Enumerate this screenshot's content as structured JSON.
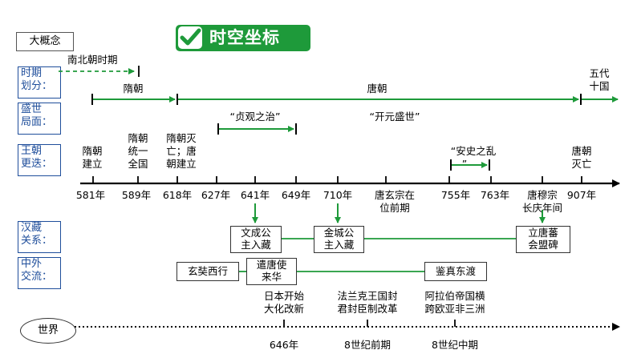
{
  "big_concept": "大概念",
  "title": "时空坐标",
  "row_labels": {
    "period": [
      "时期",
      "划分："
    ],
    "prosperity": [
      "盛世",
      "局面："
    ],
    "dynasty": [
      "王朝",
      "更迭："
    ],
    "han_tibet": [
      "汉藏",
      "关系："
    ],
    "foreign": [
      "中外",
      "交流："
    ]
  },
  "periods": {
    "nanbeichao": "南北朝时期",
    "sui": "隋朝",
    "tang": "唐朝",
    "wudai": [
      "五代",
      "十国"
    ]
  },
  "prosperity": {
    "zhenguan": "“贞观之治”",
    "kaiyuan": "“开元盛世”"
  },
  "dynasty_events": {
    "sui_founded": [
      "隋朝",
      "建立"
    ],
    "sui_unify": [
      "隋朝",
      "统一",
      "全国"
    ],
    "sui_fall": [
      "隋朝灭",
      "亡；唐",
      "朝建立"
    ],
    "anshi": [
      "“安史之乱",
      "”"
    ],
    "tang_fall": [
      "唐朝",
      "灭亡"
    ]
  },
  "timeline_years": [
    "581年",
    "589年",
    "618年",
    "627年",
    "641年",
    "649年",
    "710年",
    "755年",
    "763年",
    "907年"
  ],
  "timeline_text": {
    "xuanzong": [
      "唐玄宗在",
      "位前期"
    ],
    "muzong": [
      "唐穆宗",
      "长庆年间"
    ]
  },
  "han_tibet_boxes": {
    "wencheng": [
      "文成公",
      "主入藏"
    ],
    "jincheng": [
      "金城公",
      "主入藏"
    ],
    "lijian": [
      "立唐蕃",
      "会盟碑"
    ]
  },
  "foreign_boxes": {
    "xuanzang": "玄奘西行",
    "qiantang": [
      "遣唐使",
      "来华"
    ],
    "jianzhen": "鉴真东渡"
  },
  "world": {
    "label": "世界",
    "events": [
      [
        "日本开始",
        "大化改新"
      ],
      [
        "法兰克王国封",
        "君封臣制改革"
      ],
      [
        "阿拉伯帝国横",
        "跨欧亚非三洲"
      ]
    ],
    "dates": [
      "646年",
      "8世纪前期",
      "8世纪中期"
    ]
  },
  "colors": {
    "green": "#1e9a3a",
    "blue_border": "#1f4e9b"
  }
}
